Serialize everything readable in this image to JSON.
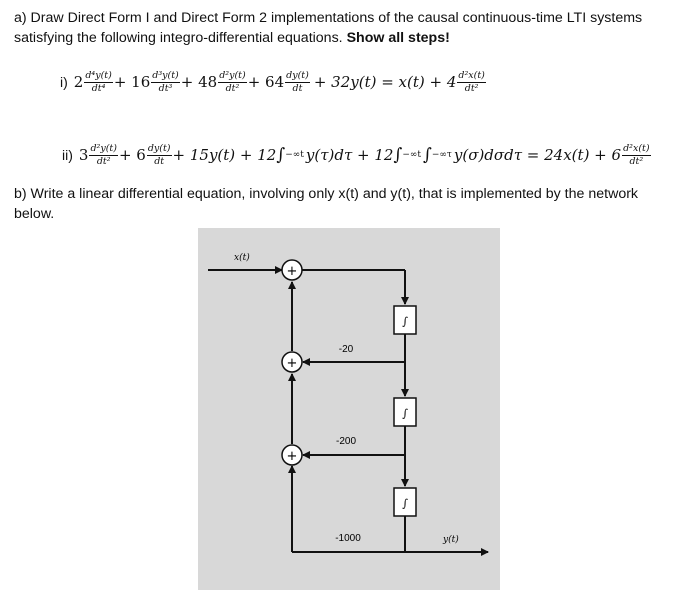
{
  "part_a": {
    "line1": "a) Draw Direct Form I and Direct Form 2 implementations of the causal continuous-time LTI systems",
    "line2_normal": "satisfying the following integro-differential equations. ",
    "line2_bold": "Show all steps!"
  },
  "eq1": {
    "label": "i)",
    "c1": "2",
    "t1n": "d⁴y(t)",
    "t1d": "dt⁴",
    "c2": "+ 16",
    "t2n": "d³y(t)",
    "t2d": "dt³",
    "c3": "+ 48",
    "t3n": "d²y(t)",
    "t3d": "dt²",
    "c4": "+ 64",
    "t4n": "dy(t)",
    "t4d": "dt",
    "mid": "+ 32y(t) = x(t) + 4",
    "t5n": "d²x(t)",
    "t5d": "dt²"
  },
  "eq2": {
    "label": "ii)",
    "c1": "3",
    "t1n": "d²y(t)",
    "t1d": "dt²",
    "c2": "+ 6",
    "t2n": "dy(t)",
    "t2d": "dt",
    "mid1": "+ 15y(t) + 12",
    "int1": "∫",
    "int1_lo": "−∞",
    "int1_hi": "t",
    "mid2": "y(τ)dτ + 12",
    "int2": "∫",
    "int2_lo": "−∞",
    "int2_hi": "t",
    "int3": "∫",
    "int3_lo": "−∞",
    "int3_hi": "τ",
    "mid3": "y(σ)dσdτ = 24x(t) + 6",
    "t3n": "d²x(t)",
    "t3d": "dt²"
  },
  "part_b": {
    "line1": "b) Write a linear differential equation, involving only x(t) and y(t), that is implemented by the network",
    "line2": "below."
  },
  "figure": {
    "input_label": "x(t)",
    "output_label": "y(t)",
    "adder_symbol": "+",
    "integrator_symbol": "∫",
    "gains": [
      "-20",
      "-200",
      "-1000"
    ],
    "colors": {
      "background": "#d8d8d8",
      "line": "#111111"
    }
  }
}
